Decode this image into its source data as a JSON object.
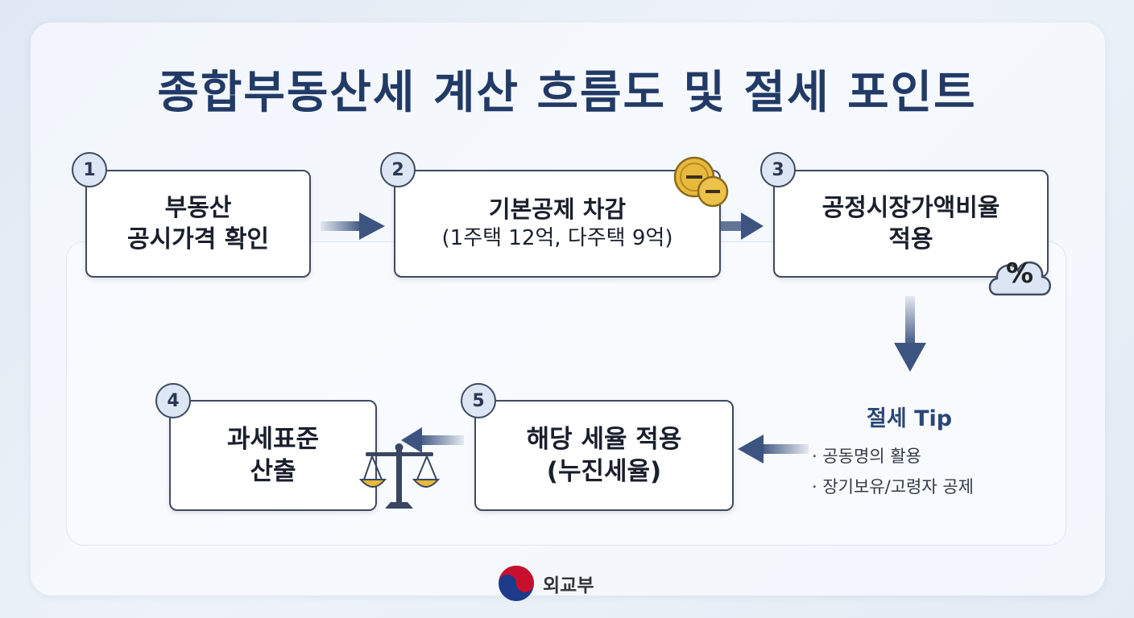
{
  "title": "종합부동산세 계산 흐름도 및 절세 포인트",
  "steps": [
    {
      "num": "1",
      "line1": "부동산",
      "line2": "공시가격 확인"
    },
    {
      "num": "2",
      "line1": "기본공제 차감",
      "line2": "(1주택 12억, 다주택 9억)"
    },
    {
      "num": "3",
      "line1": "공정시장가액비율",
      "line2": "적용"
    },
    {
      "num": "4",
      "line1": "과세표준",
      "line2": "산출"
    },
    {
      "num": "5",
      "line1": "해당 세율 적용",
      "line2": "(누진세율)"
    }
  ],
  "tip": {
    "title": "절세 Tip",
    "items": [
      "· 공동명의 활용",
      "· 장기보유/고령자 공제"
    ]
  },
  "percent_label": "%",
  "footer": {
    "org": "외교부"
  },
  "icons": [
    "coins-icon",
    "percent-cloud-icon",
    "scales-icon",
    "taegeuk-logo"
  ],
  "colors": {
    "title": "#223a66",
    "arrow": "#3d5480",
    "border": "#3f4a5e",
    "coin": "#e8b93c"
  }
}
